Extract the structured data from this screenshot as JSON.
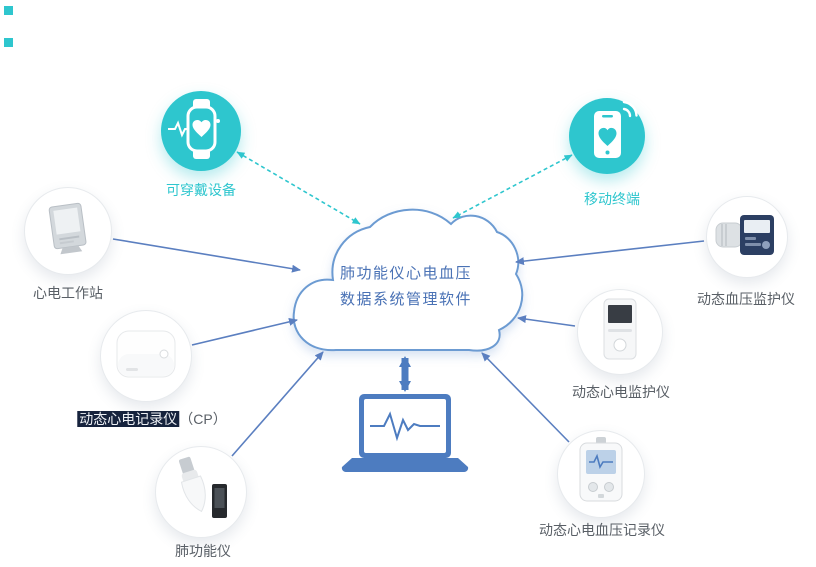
{
  "cloud": {
    "line1": "肺功能仪心电血压",
    "line2": "数据系统管理软件"
  },
  "nodes": {
    "wearable": {
      "label": "可穿戴设备"
    },
    "mobile": {
      "label": "移动终端"
    },
    "workstation": {
      "label": "心电工作站"
    },
    "recorder": {
      "label": "动态心电记录仪",
      "suffix": "（CP）"
    },
    "spirometer": {
      "label": "肺功能仪"
    },
    "bp_monitor": {
      "label": "动态血压监护仪"
    },
    "ecg_monitor": {
      "label": "动态心电监护仪"
    },
    "ecg_bp_recorder": {
      "label": "动态心电血压记录仪"
    }
  },
  "icons": {
    "wearable": "smartwatch-heart-icon",
    "mobile": "smartphone-heart-icon",
    "workstation": "ecg-workstation-device",
    "recorder": "ecg-recorder-device",
    "spirometer": "spirometer-device",
    "bp_monitor": "bp-monitor-device",
    "ecg_monitor": "ecg-monitor-device",
    "ecg_bp_recorder": "ecg-bp-recorder-device",
    "laptop": "laptop-ecg-icon",
    "cloud": "cloud-shape"
  },
  "colors": {
    "teal": "#2EC6CE",
    "arrow_blue": "#5B7FC0",
    "cloud_border": "#6C9BD2",
    "cloud_text": "#4A72B5",
    "label_gray": "#595F66",
    "laptop_blue": "#4D7CC0",
    "highlight_bg": "#16233D",
    "highlight_text": "#EEF1F5"
  }
}
